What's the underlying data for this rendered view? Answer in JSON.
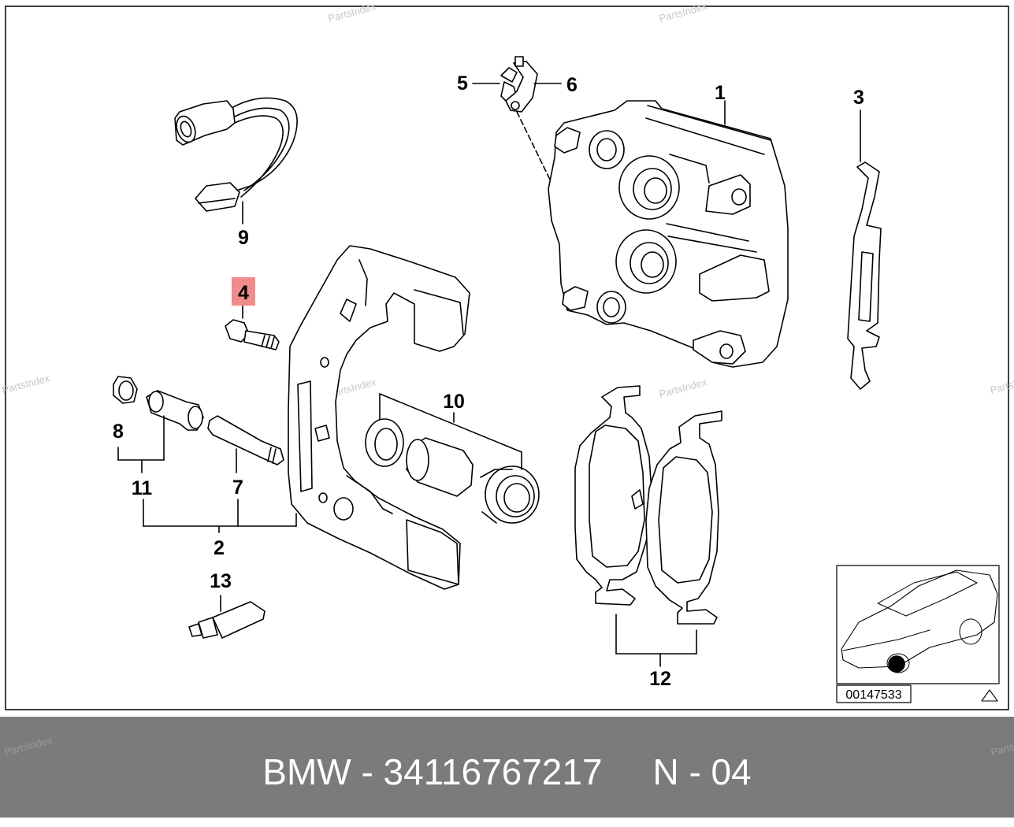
{
  "diagram": {
    "callouts": {
      "c1": "1",
      "c2": "2",
      "c3": "3",
      "c4": "4",
      "c5": "5",
      "c6": "6",
      "c7": "7",
      "c8": "8",
      "c9": "9",
      "c10": "10",
      "c11": "11",
      "c12": "12",
      "c13": "13"
    },
    "highlighted_callout": "4",
    "highlight_color": "#f08c8c",
    "drawing_number": "00147533",
    "watermark": "PartsIndex"
  },
  "footer": {
    "brand": "BMW",
    "part_number": "34116767217",
    "position": "N - 04",
    "label": "BMW - 34116767217     N - 04"
  }
}
